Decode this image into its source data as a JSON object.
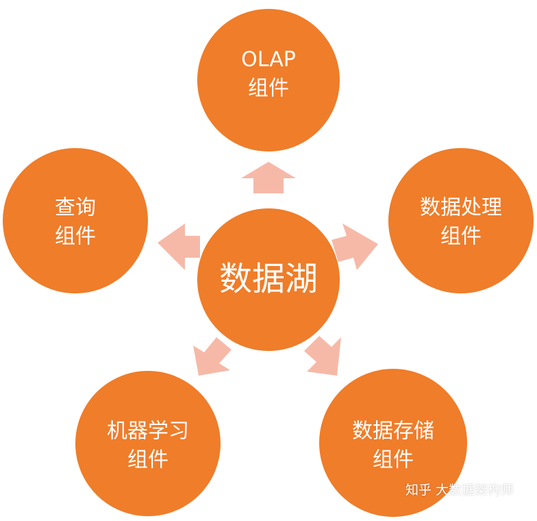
{
  "colors": {
    "circle": "#ef7d2a",
    "arrow": "#f6b9a8"
  },
  "center": {
    "label": "数据湖"
  },
  "nodes": [
    {
      "id": "olap",
      "line1": "OLAP",
      "line2": "组件"
    },
    {
      "id": "data-processing",
      "line1": "数据处理",
      "line2": "组件"
    },
    {
      "id": "data-storage",
      "line1": "数据存储",
      "line2": "组件"
    },
    {
      "id": "machine-learning",
      "line1": "机器学习",
      "line2": "组件"
    },
    {
      "id": "query",
      "line1": "查询",
      "line2": "组件"
    }
  ],
  "watermark": {
    "text": "知乎 大数据架构师"
  }
}
